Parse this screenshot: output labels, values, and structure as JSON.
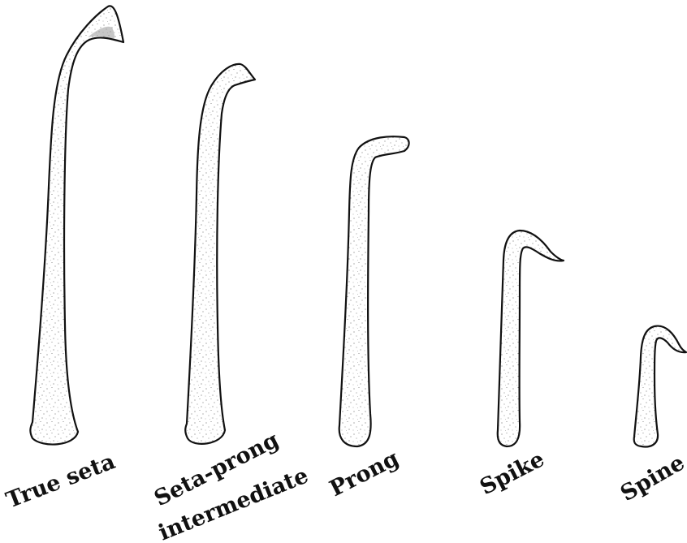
{
  "labels": {
    "true_seta": "True seta",
    "seta_prong_line1": "Seta-prong",
    "seta_prong_line2": "intermediate",
    "prong": "Prong",
    "spike": "Spike",
    "spine": "Spine"
  }
}
